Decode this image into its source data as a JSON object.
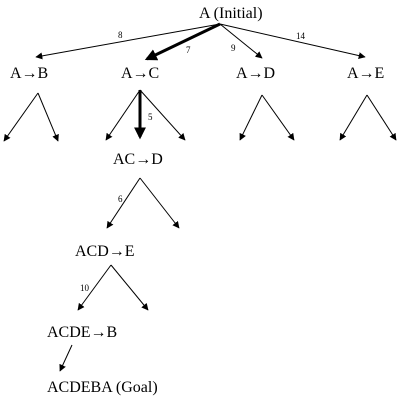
{
  "nodes": {
    "root": "A (Initial)",
    "ab": "A→B",
    "ac": "A→C",
    "ad": "A→D",
    "ae": "A→E",
    "acd": "AC→D",
    "acde": "ACD→E",
    "acdeb": "ACDE→B",
    "goal": "ACDEBA (Goal)"
  },
  "weights": {
    "root_ab": "8",
    "root_ac": "7",
    "root_ad": "9",
    "root_ae": "14",
    "ac_acd": "5",
    "acd_acde": "6",
    "acde_acdeb": "10"
  },
  "highlight": {
    "edge_color": "#000000"
  }
}
